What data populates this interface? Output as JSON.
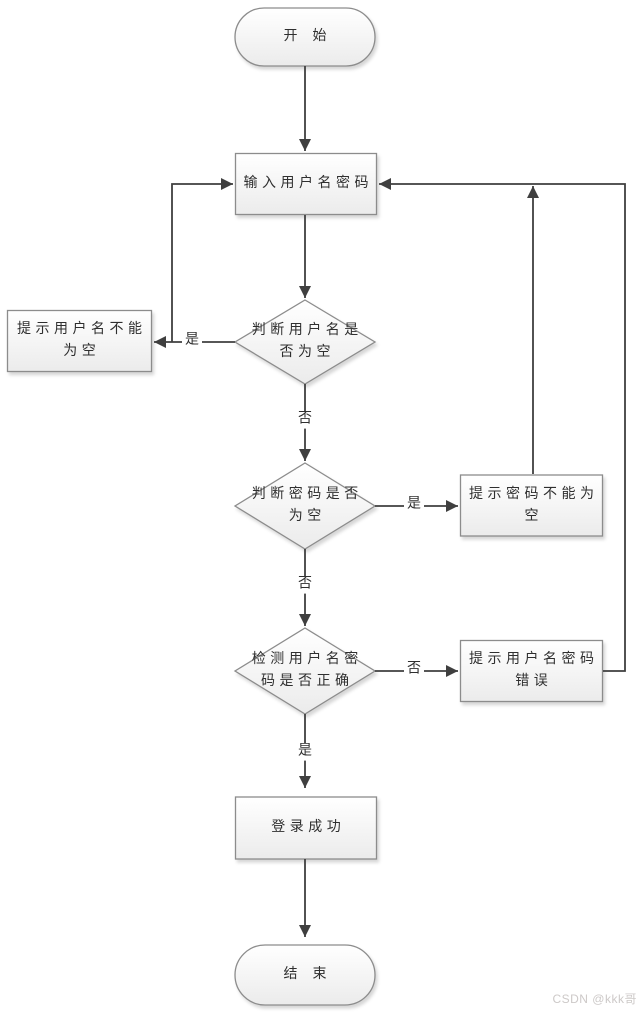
{
  "diagram": {
    "title_hint": "login-flowchart",
    "nodes": [
      {
        "id": "start",
        "type": "terminator",
        "label": "开始"
      },
      {
        "id": "input-credentials",
        "type": "process",
        "label": "输入用户名密码"
      },
      {
        "id": "check-username-empty",
        "type": "decision",
        "label": "判断用户名是否为空"
      },
      {
        "id": "prompt-username-empty",
        "type": "process",
        "label": "提示用户名不能为空"
      },
      {
        "id": "check-password-empty",
        "type": "decision",
        "label": "判断密码是否为空"
      },
      {
        "id": "prompt-password-empty",
        "type": "process",
        "label": "提示密码不能为空"
      },
      {
        "id": "check-credentials-correct",
        "type": "decision",
        "label": "检测用户名密码是否正确"
      },
      {
        "id": "prompt-credentials-wrong",
        "type": "process",
        "label": "提示用户名密码错误"
      },
      {
        "id": "login-success",
        "type": "process",
        "label": "登录成功"
      },
      {
        "id": "end",
        "type": "terminator",
        "label": "结束"
      }
    ],
    "edge_labels": {
      "username_empty_yes": "是",
      "username_empty_no": "否",
      "password_empty_yes": "是",
      "password_empty_no": "否",
      "credentials_wrong_no": "否",
      "credentials_ok_yes": "是"
    },
    "colors": {
      "line": "#3f3f3f",
      "shape_border": "#8c8c8c",
      "shape_fill_top": "#ffffff",
      "shape_fill_bottom": "#ebebeb",
      "text": "#2f2f2f",
      "watermark": "#cdc9c8"
    }
  },
  "watermark": {
    "text": "CSDN @kkk哥"
  }
}
